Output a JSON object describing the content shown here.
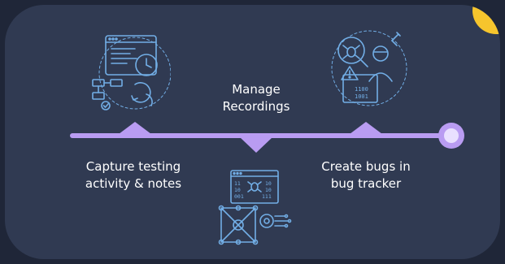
{
  "steps": [
    {
      "label_line1": "Capture testing",
      "label_line2": "activity & notes"
    },
    {
      "label_line1": "Manage",
      "label_line2": "Recordings"
    },
    {
      "label_line1": "Create bugs in",
      "label_line2": "bug tracker"
    }
  ],
  "colors": {
    "background": "#1f2638",
    "panel": "#303a52",
    "timeline": "#b99cf2",
    "icon_stroke": "#72aee6",
    "accent": "#f6c52d",
    "text": "#ffffff"
  },
  "icons": {
    "step1": "browser-clock-flowchart-icon",
    "step2": "code-bug-network-icon",
    "step3": "bug-search-developer-binary-icon"
  }
}
